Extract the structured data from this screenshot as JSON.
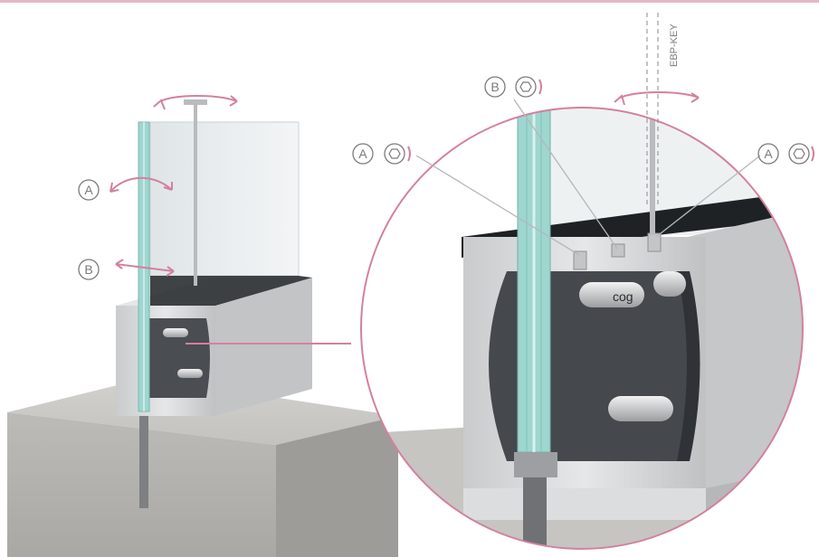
{
  "labels": {
    "key_tool": "EBP-KEY",
    "left_letter_a": "A",
    "left_letter_b": "B",
    "zoom_letter_a_left": "A",
    "zoom_letter_a_right": "A",
    "zoom_letter_b": "B",
    "cap_logo": "cog"
  },
  "colors": {
    "accent": "#d4809e",
    "top_border": "#e7b7c9",
    "label_gray": "#7a7a7a",
    "concrete": "#bdbcb8",
    "aluminium": "#d9dadb",
    "glass": "#9fd6cf",
    "gasket": "#4a4d52"
  },
  "icons": {
    "rotate_arrows": "rotate-arrows-icon",
    "tilt_arrow": "tilt-arrow-icon",
    "shift_arrow": "shift-arrow-icon",
    "hex_socket": "hex-socket-icon",
    "circled_letter": "circled-letter-icon"
  }
}
